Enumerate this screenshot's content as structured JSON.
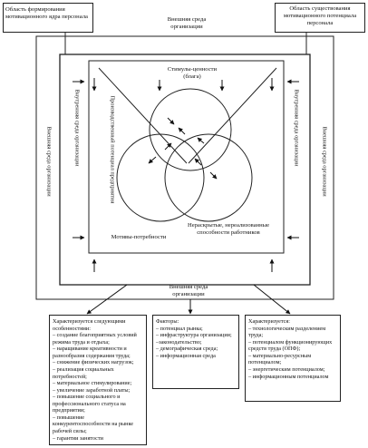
{
  "corner_left": "Область формирования мотивационного ядра персонала",
  "corner_right": "Область существования мотивационного потенциала персонала",
  "outer_env_top": "Внешняя среда организации",
  "outer_env_bottom": "Внешняя среда организации",
  "outer_env_left": "Внешняя среда организации",
  "outer_env_right": "Внешняя среда организации",
  "inner_env_left": "Внутренняя среда организации",
  "inner_env_right": "Внутренняя среда организации",
  "production_potential": "Производственный потенциал предприятия",
  "circle_top": "Стимулы-ценности (блага)",
  "circle_bottom_left": "Мотивы-потребности",
  "circle_bottom_right": "Нераскрытые, нереализованные способности работников",
  "box_left": {
    "title": "Характеризуется следующими особенностями:",
    "items": [
      "– создание благоприятных условий режима труда и отдыха;",
      "– наращивание креативности и разнообразия содержания труда;",
      "– снижение физических нагрузок;",
      "– реализация социальных потребностей;",
      "– материальное стимулирование;",
      "– увеличение заработной платы;",
      "– повышение социального и профессионального статуса на предприятии;",
      "– повышение конкурентоспособности на рынке рабочей силы;",
      "– гарантии занятости"
    ]
  },
  "box_middle": {
    "title": "Факторы:",
    "items": [
      "– потенциал рынка;",
      "– инфраструктура организации;",
      "–законодательство;",
      "– демографическая среда;",
      "– информационная среда"
    ]
  },
  "box_right": {
    "title": "Характеризуется:",
    "items": [
      "– технологическим разделением труда;",
      "– потенциалом функционирующих средств труда (ОПФ);",
      "– материально-ресурсным потенциалом;",
      "– энергетическим потенциалом;",
      "– информационным потенциалом"
    ]
  }
}
